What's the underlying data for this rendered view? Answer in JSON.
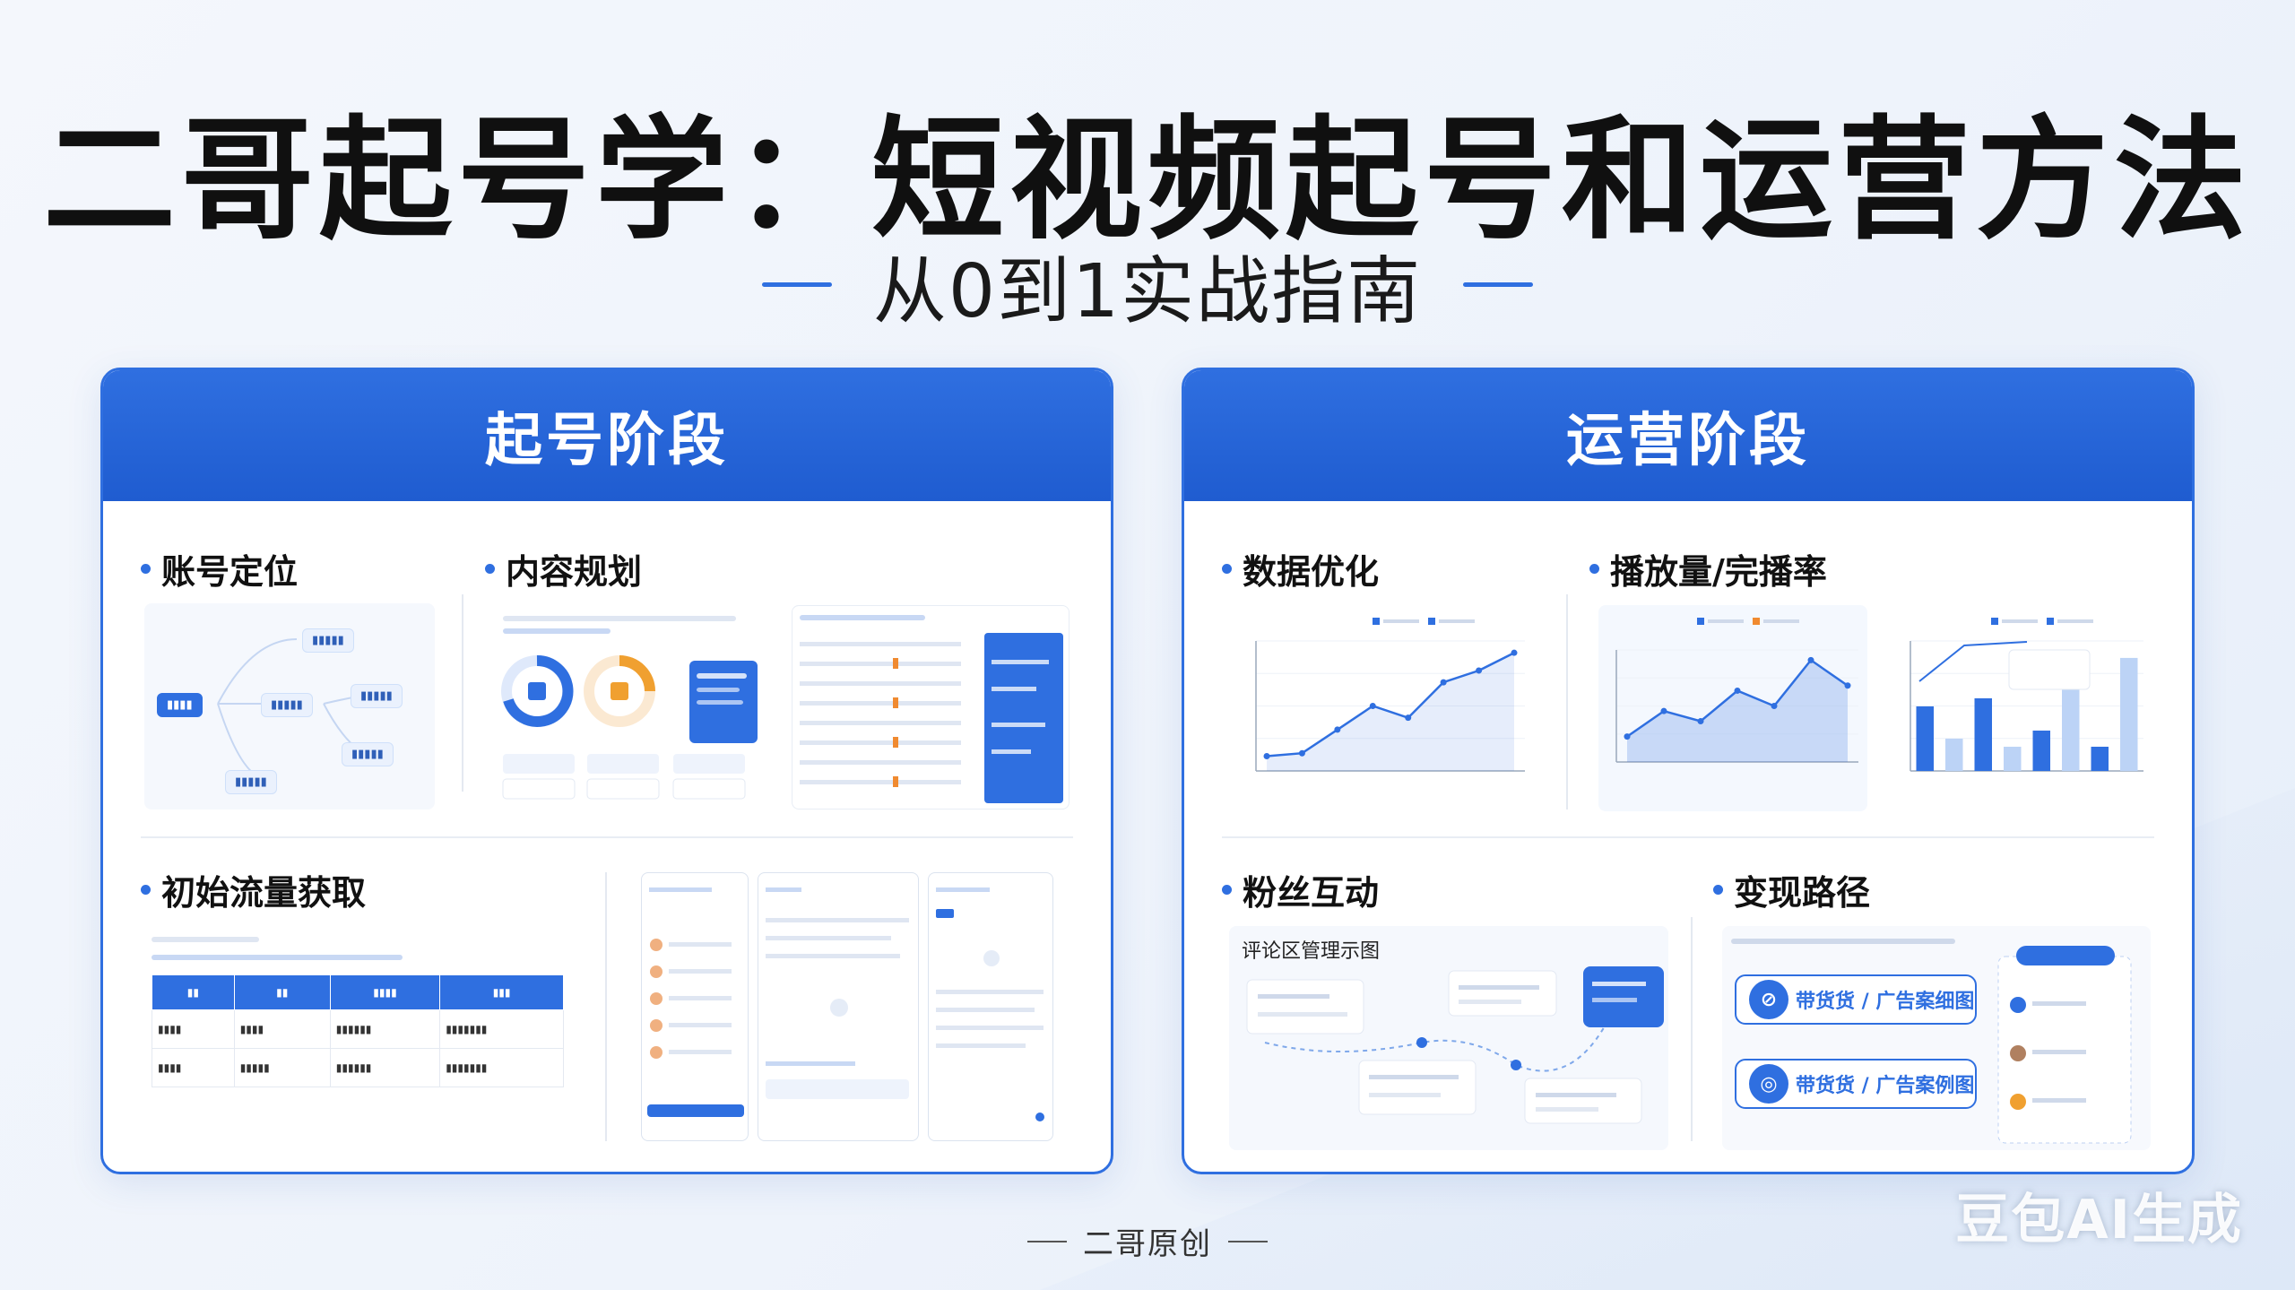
{
  "title": "二哥起号学：短视频起号和运营方法",
  "subtitle": "从0到1实战指南",
  "left_panel": {
    "title": "起号阶段",
    "sections": {
      "positioning": "账号定位",
      "content_planning": "内容规划",
      "initial_traffic": "初始流量获取"
    }
  },
  "right_panel": {
    "title": "运营阶段",
    "sections": {
      "data_optimization": "数据优化",
      "play_completion": "播放量/完播率",
      "fan_interaction": "粉丝互动",
      "monetization": "变现路径"
    },
    "comment_diagram_title": "评论区管理示图",
    "monetization_pills": [
      "带货货 /  广告案细图",
      "带货货 /  广告案例图"
    ]
  },
  "footer": "二哥原创",
  "watermark": "豆包AI生成",
  "colors": {
    "accent": "#2f6fe0",
    "panel_head": "#1f5cd0"
  },
  "icons": [
    "bullet-dot-icon",
    "coupon-icon",
    "ad-icon",
    "avatar-icon"
  ],
  "chart_data": [
    {
      "type": "line",
      "series": [
        {
          "values": [
            5,
            6,
            14,
            22,
            18,
            30,
            34,
            40
          ]
        }
      ]
    },
    {
      "type": "line",
      "series": [
        {
          "values": [
            5,
            10,
            8,
            14,
            11,
            20,
            15
          ]
        }
      ]
    },
    {
      "type": "bar",
      "series": [
        {
          "values": [
            8,
            4,
            9,
            3,
            5,
            11,
            3,
            14
          ]
        }
      ]
    }
  ]
}
